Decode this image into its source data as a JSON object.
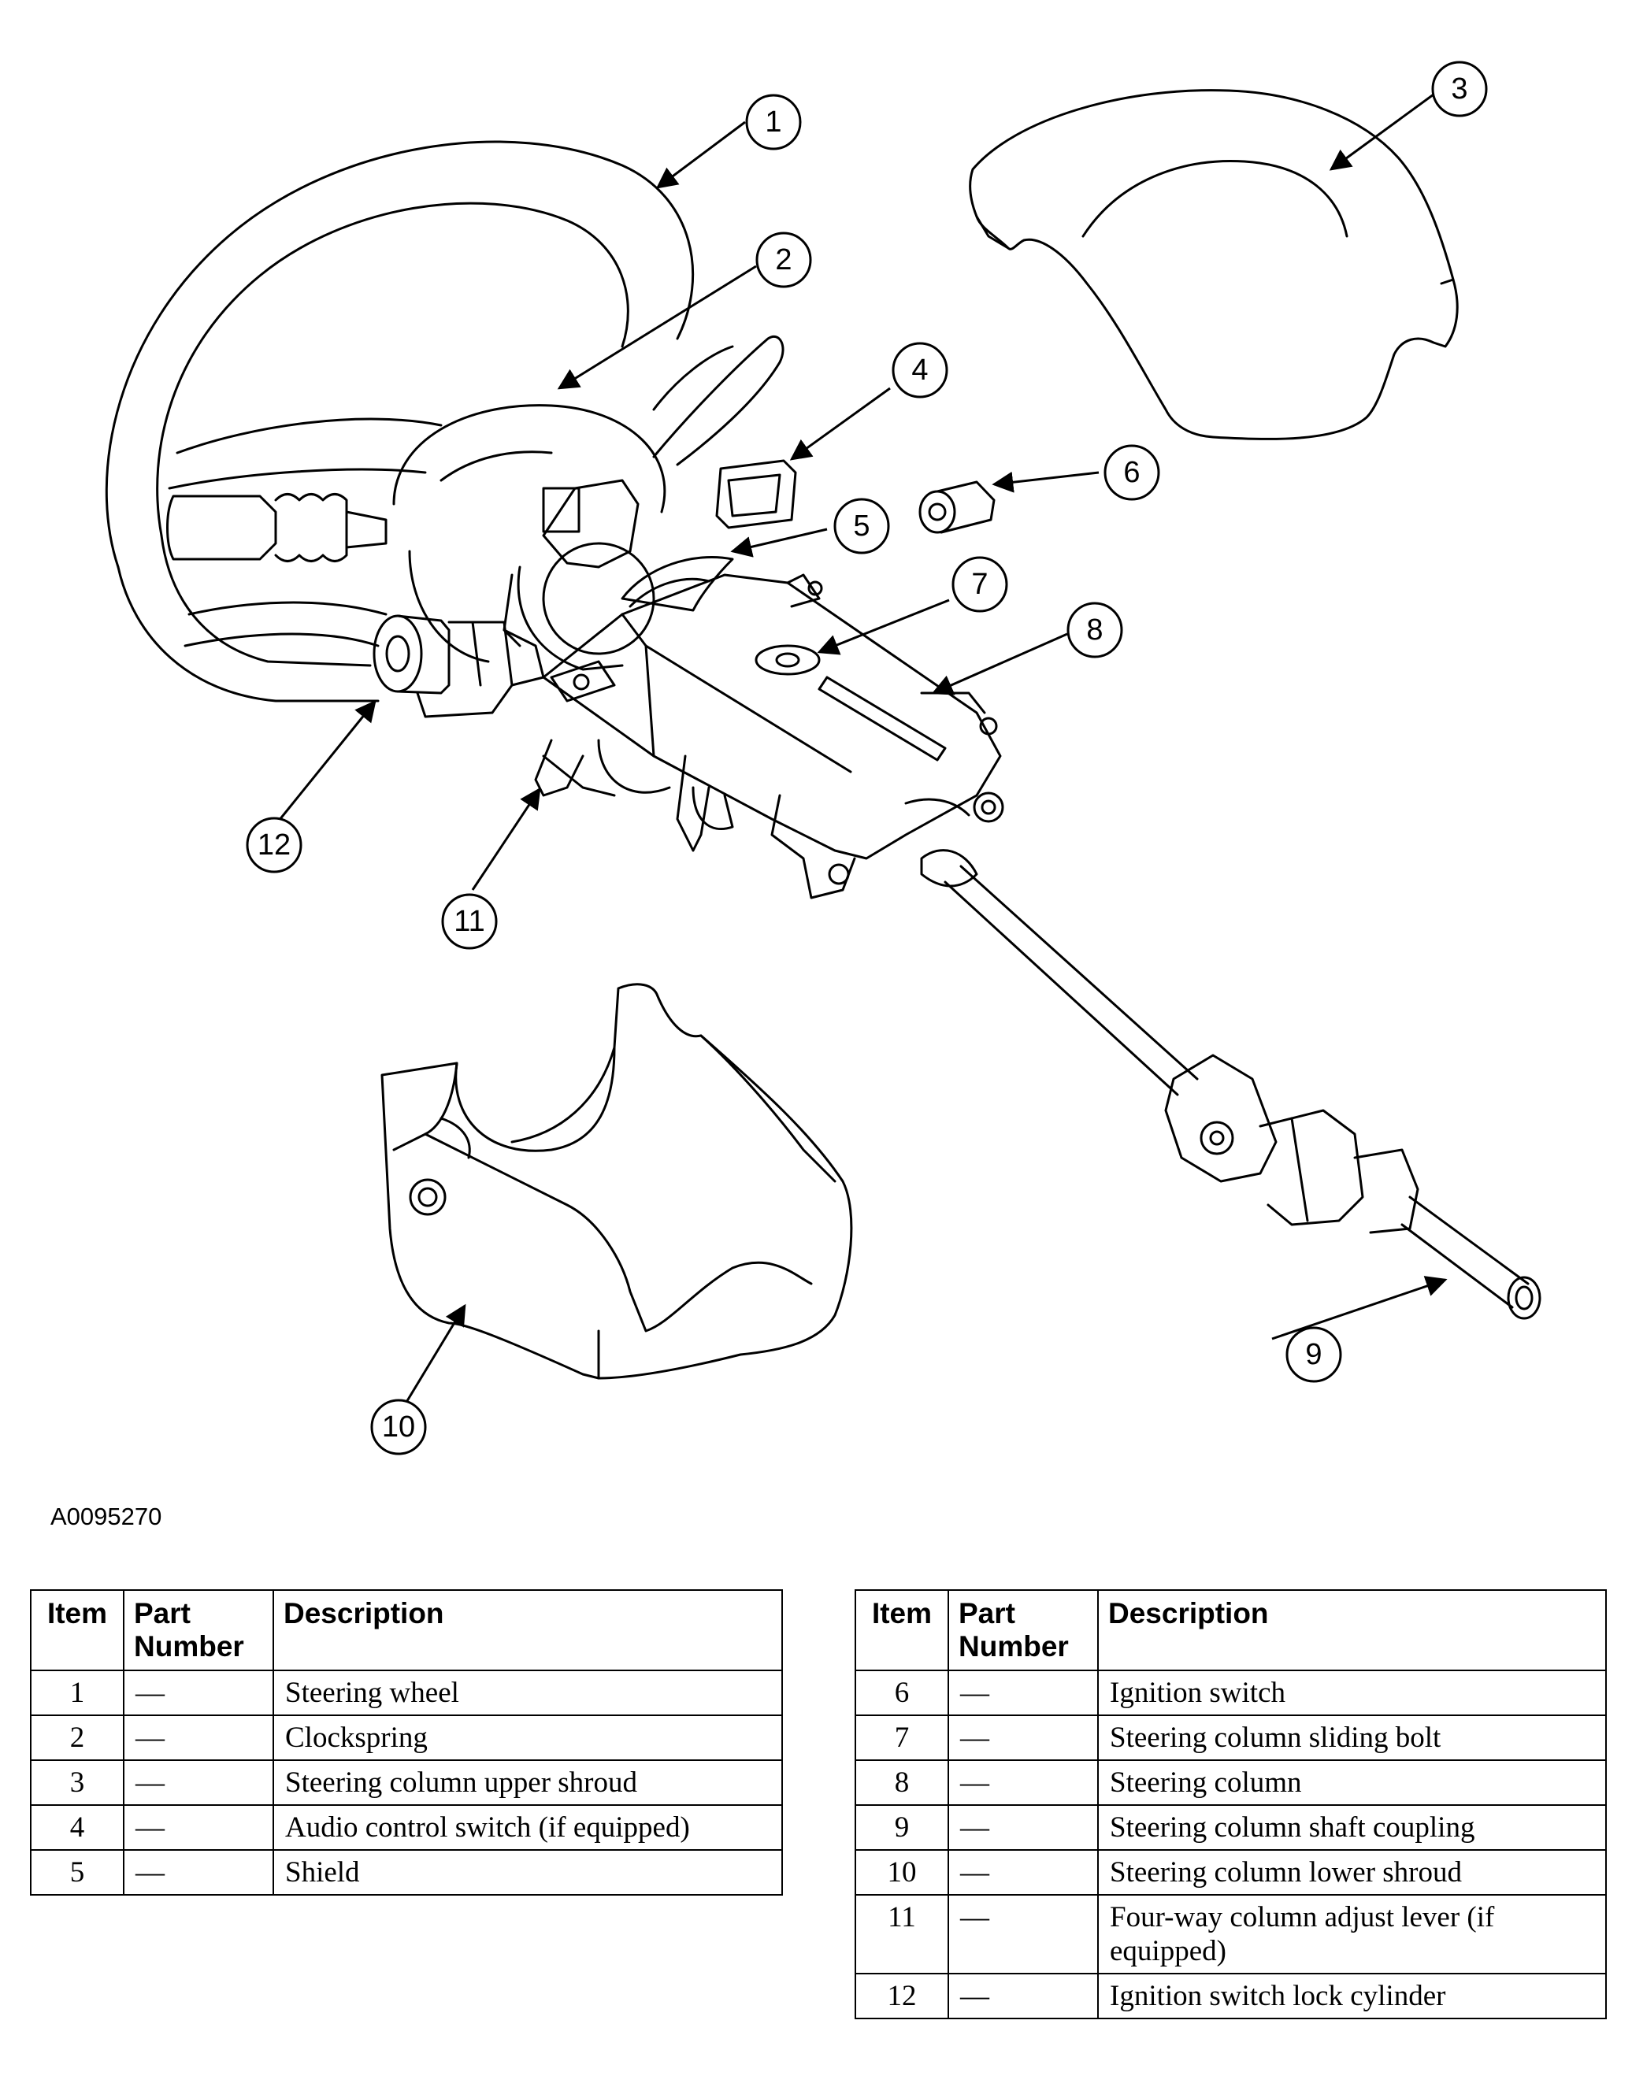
{
  "figure_id": "A0095270",
  "callouts": [
    "1",
    "2",
    "3",
    "4",
    "5",
    "6",
    "7",
    "8",
    "9",
    "10",
    "11",
    "12"
  ],
  "tables": {
    "left": {
      "headers": [
        "Item",
        "Part Number",
        "Description"
      ],
      "rows": [
        {
          "item": "1",
          "part": "—",
          "description": "Steering wheel"
        },
        {
          "item": "2",
          "part": "—",
          "description": "Clockspring"
        },
        {
          "item": "3",
          "part": "—",
          "description": "Steering column upper shroud"
        },
        {
          "item": "4",
          "part": "—",
          "description": "Audio control switch (if equipped)"
        },
        {
          "item": "5",
          "part": "—",
          "description": "Shield"
        }
      ]
    },
    "right": {
      "headers": [
        "Item",
        "Part Number",
        "Description"
      ],
      "rows": [
        {
          "item": "6",
          "part": "—",
          "description": "Ignition switch"
        },
        {
          "item": "7",
          "part": "—",
          "description": "Steering column sliding bolt"
        },
        {
          "item": "8",
          "part": "—",
          "description": "Steering column"
        },
        {
          "item": "9",
          "part": "—",
          "description": "Steering column shaft coupling"
        },
        {
          "item": "10",
          "part": "—",
          "description": "Steering column lower shroud"
        },
        {
          "item": "11",
          "part": "—",
          "description": "Four-way column adjust lever (if equipped)"
        },
        {
          "item": "12",
          "part": "—",
          "description": "Ignition switch lock cylinder"
        }
      ]
    }
  }
}
